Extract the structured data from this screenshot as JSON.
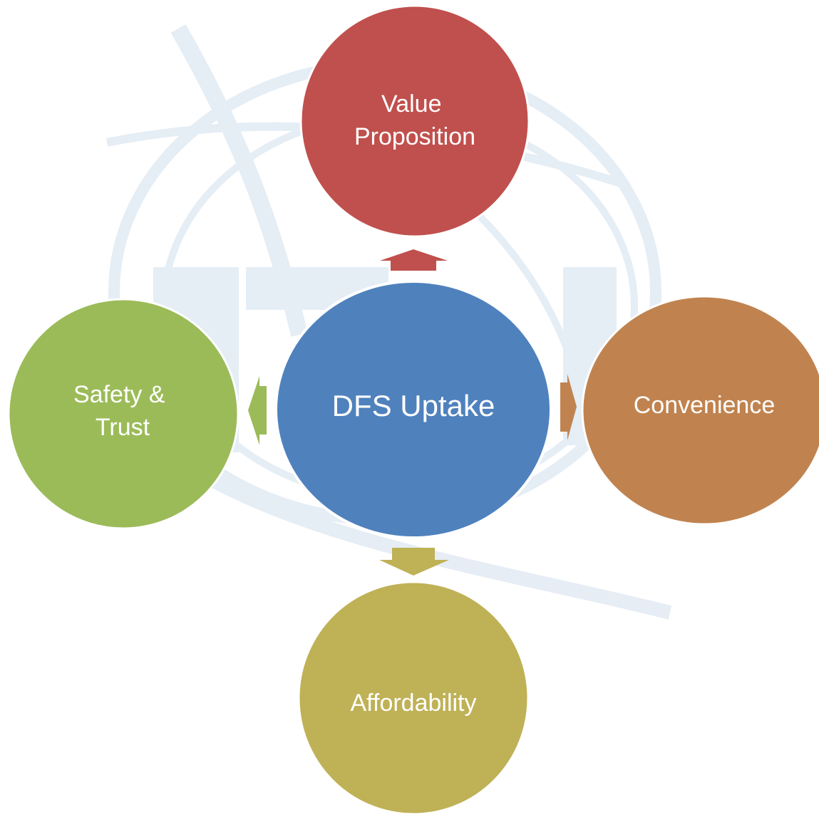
{
  "diagram": {
    "center": {
      "lines": [
        "DFS Uptake"
      ],
      "color": "#4f81bd"
    },
    "nodes": {
      "top": {
        "lines": [
          "Value",
          "Proposition"
        ],
        "color": "#c0504d"
      },
      "right": {
        "lines": [
          "Convenience"
        ],
        "color": "#c0834f"
      },
      "bottom": {
        "lines": [
          "Affordability"
        ],
        "color": "#bfb156"
      },
      "left": {
        "lines": [
          "Safety &",
          "Trust"
        ],
        "color": "#9bbb59"
      }
    },
    "watermark_color": "#dde7f2"
  }
}
